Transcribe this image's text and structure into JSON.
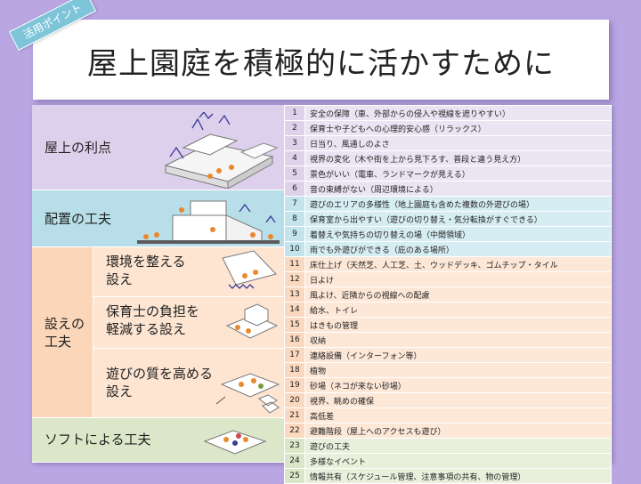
{
  "tag": "活用ポイント",
  "title": "屋上園庭を積極的に活かすために",
  "categories": {
    "rooftop": "屋上の利点",
    "layout": "配置の工夫",
    "facilities": "設えの\n工夫",
    "environment": "環境を整える\n設え",
    "burden": "保育士の負担を\n軽減する設え",
    "play": "遊びの質を高める\n設え",
    "soft": "ソフトによる工夫"
  },
  "items": [
    {
      "no": "1",
      "text": "安全の保障（車、外部からの侵入や視線を遮りやすい）"
    },
    {
      "no": "2",
      "text": "保育士や子どもへの心理的安心感（リラックス）"
    },
    {
      "no": "3",
      "text": "日当り、風通しのよさ"
    },
    {
      "no": "4",
      "text": "視界の変化（木や街を上から見下ろす、普段と違う見え方）"
    },
    {
      "no": "5",
      "text": "景色がいい（電車、ランドマークが見える）"
    },
    {
      "no": "6",
      "text": "音の束縛がない（周辺環境による）"
    },
    {
      "no": "7",
      "text": "遊びのエリアの多様性（地上園庭も含めた複数の外遊びの場）"
    },
    {
      "no": "8",
      "text": "保育室から出やすい（遊びの切り替え・気分転換がすぐできる）"
    },
    {
      "no": "9",
      "text": "着替えや気持ちの切り替えの場（中間領域）"
    },
    {
      "no": "10",
      "text": "雨でも外遊びができる（庇のある場所）"
    },
    {
      "no": "11",
      "text": "床仕上げ（天然芝、人工芝、土、ウッドデッキ、ゴムチップ・タイル"
    },
    {
      "no": "12",
      "text": "日よけ"
    },
    {
      "no": "13",
      "text": "風よけ、近隣からの視線への配慮"
    },
    {
      "no": "14",
      "text": "給水、トイレ"
    },
    {
      "no": "15",
      "text": "はきもの管理"
    },
    {
      "no": "16",
      "text": "収納"
    },
    {
      "no": "17",
      "text": "連絡設備（インターフォン等）"
    },
    {
      "no": "18",
      "text": "植物"
    },
    {
      "no": "19",
      "text": "砂場（ネコが来ない砂場）"
    },
    {
      "no": "20",
      "text": "視界、眺めの確保"
    },
    {
      "no": "21",
      "text": "高低差"
    },
    {
      "no": "22",
      "text": "避難階段（屋上へのアクセスも遊び）"
    },
    {
      "no": "23",
      "text": "遊びの工夫"
    },
    {
      "no": "24",
      "text": "多様なイベント"
    },
    {
      "no": "25",
      "text": "情報共有（スケジュール管理、注意事項の共有、物の管理）"
    }
  ],
  "colors": {
    "background": "#b9a6e3",
    "rooftop": "#ddd0ec",
    "layout": "#b8dfe9",
    "facilities": "#fbd6b8",
    "soft": "#dbe7c8",
    "tag": "#7fc5d9"
  }
}
